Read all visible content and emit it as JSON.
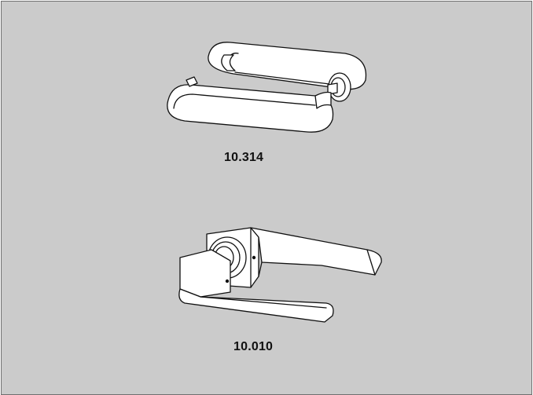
{
  "products": [
    {
      "code": "10.314",
      "illustration": "round-lever-handle-set"
    },
    {
      "code": "10.010",
      "illustration": "square-lever-handle-set"
    }
  ],
  "colors": {
    "background": "#cbcbcb",
    "border": "#6f6f6f",
    "line": "#111111",
    "fill": "#ffffff"
  }
}
